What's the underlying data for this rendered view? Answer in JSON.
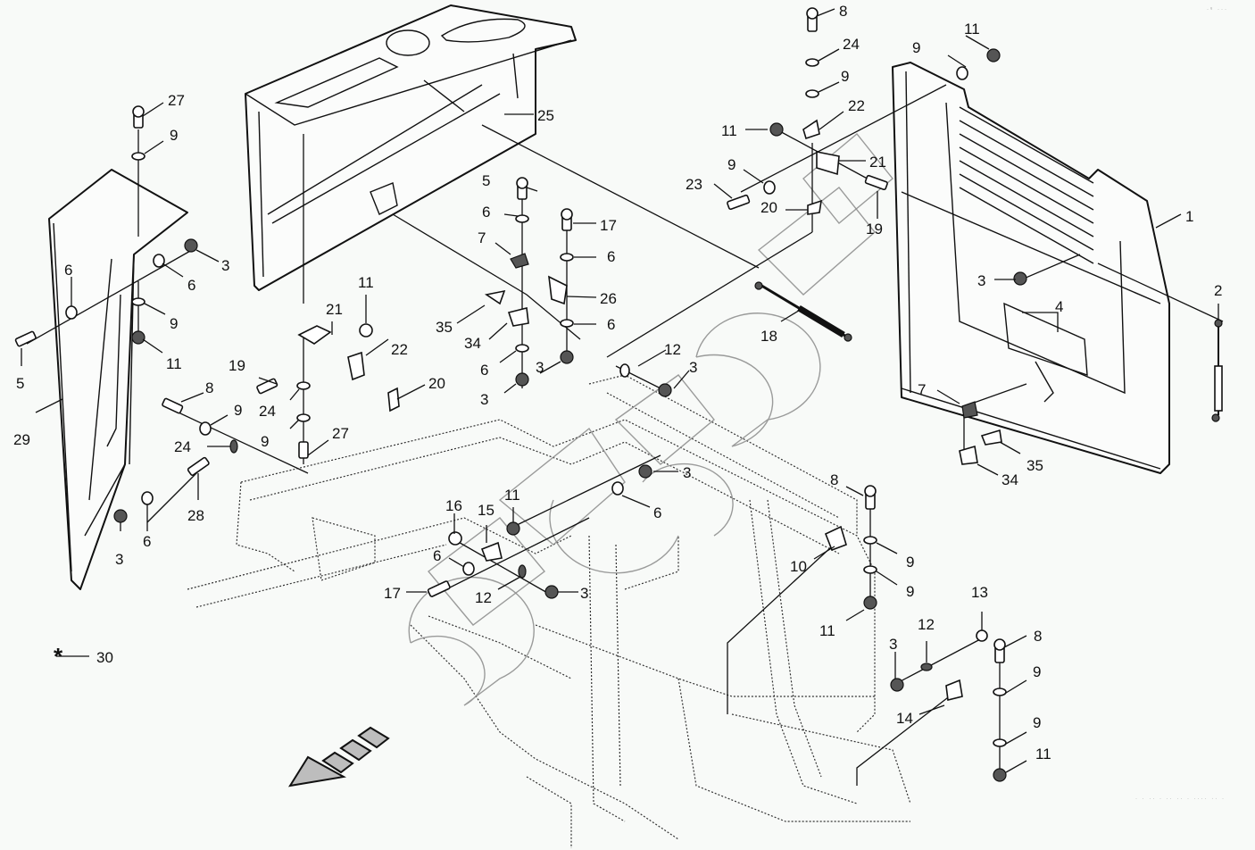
{
  "diagram": {
    "title": "Exploded parts diagram - cab panels, hood and frame fasteners",
    "watermark_text": "CSMBOH",
    "legend": {
      "symbol": "*",
      "number": "30"
    },
    "corner_marks": "·ᵘ ···",
    "footer_marks": "· · ·· · ·· ·· · ···· ·· ·",
    "callouts": [
      {
        "id": "c-27a",
        "num": "27"
      },
      {
        "id": "c-9a",
        "num": "9"
      },
      {
        "id": "c-3a",
        "num": "3"
      },
      {
        "id": "c-6a",
        "num": "6"
      },
      {
        "id": "c-6b",
        "num": "6"
      },
      {
        "id": "c-9b",
        "num": "9"
      },
      {
        "id": "c-11a",
        "num": "11"
      },
      {
        "id": "c-5a",
        "num": "5"
      },
      {
        "id": "c-29",
        "num": "29"
      },
      {
        "id": "c-25",
        "num": "25"
      },
      {
        "id": "c-5b",
        "num": "5"
      },
      {
        "id": "c-6c",
        "num": "6"
      },
      {
        "id": "c-17a",
        "num": "17"
      },
      {
        "id": "c-7a",
        "num": "7"
      },
      {
        "id": "c-6d",
        "num": "6"
      },
      {
        "id": "c-26",
        "num": "26"
      },
      {
        "id": "c-35a",
        "num": "35"
      },
      {
        "id": "c-34a",
        "num": "34"
      },
      {
        "id": "c-6e",
        "num": "6"
      },
      {
        "id": "c-6f",
        "num": "6"
      },
      {
        "id": "c-3b",
        "num": "3"
      },
      {
        "id": "c-3c",
        "num": "3"
      },
      {
        "id": "c-11b",
        "num": "11"
      },
      {
        "id": "c-21a",
        "num": "21"
      },
      {
        "id": "c-22a",
        "num": "22"
      },
      {
        "id": "c-19a",
        "num": "19"
      },
      {
        "id": "c-20a",
        "num": "20"
      },
      {
        "id": "c-24a",
        "num": "24"
      },
      {
        "id": "c-9c",
        "num": "9"
      },
      {
        "id": "c-27b",
        "num": "27"
      },
      {
        "id": "c-8a",
        "num": "8"
      },
      {
        "id": "c-9d",
        "num": "9"
      },
      {
        "id": "c-24b",
        "num": "24"
      },
      {
        "id": "c-28",
        "num": "28"
      },
      {
        "id": "c-3d",
        "num": "3"
      },
      {
        "id": "c-6g",
        "num": "6"
      },
      {
        "id": "c-8b",
        "num": "8"
      },
      {
        "id": "c-24c",
        "num": "24"
      },
      {
        "id": "c-9e",
        "num": "9"
      },
      {
        "id": "c-22b",
        "num": "22"
      },
      {
        "id": "c-11c",
        "num": "11"
      },
      {
        "id": "c-21b",
        "num": "21"
      },
      {
        "id": "c-9f",
        "num": "9"
      },
      {
        "id": "c-23",
        "num": "23"
      },
      {
        "id": "c-19b",
        "num": "19"
      },
      {
        "id": "c-20b",
        "num": "20"
      },
      {
        "id": "c-18",
        "num": "18"
      },
      {
        "id": "c-12a",
        "num": "12"
      },
      {
        "id": "c-3e",
        "num": "3"
      },
      {
        "id": "c-11d",
        "num": "11"
      },
      {
        "id": "c-9g",
        "num": "9"
      },
      {
        "id": "c-1",
        "num": "1"
      },
      {
        "id": "c-2",
        "num": "2"
      },
      {
        "id": "c-3f",
        "num": "3"
      },
      {
        "id": "c-4",
        "num": "4"
      },
      {
        "id": "c-7b",
        "num": "7"
      },
      {
        "id": "c-35b",
        "num": "35"
      },
      {
        "id": "c-34b",
        "num": "34"
      },
      {
        "id": "c-3g",
        "num": "3"
      },
      {
        "id": "c-6h",
        "num": "6"
      },
      {
        "id": "c-11e",
        "num": "11"
      },
      {
        "id": "c-16",
        "num": "16"
      },
      {
        "id": "c-15",
        "num": "15"
      },
      {
        "id": "c-6i",
        "num": "6"
      },
      {
        "id": "c-17b",
        "num": "17"
      },
      {
        "id": "c-12b",
        "num": "12"
      },
      {
        "id": "c-3h",
        "num": "3"
      },
      {
        "id": "c-8c",
        "num": "8"
      },
      {
        "id": "c-10",
        "num": "10"
      },
      {
        "id": "c-9h",
        "num": "9"
      },
      {
        "id": "c-9i",
        "num": "9"
      },
      {
        "id": "c-11f",
        "num": "11"
      },
      {
        "id": "c-13",
        "num": "13"
      },
      {
        "id": "c-12c",
        "num": "12"
      },
      {
        "id": "c-3i",
        "num": "3"
      },
      {
        "id": "c-14",
        "num": "14"
      },
      {
        "id": "c-8d",
        "num": "8"
      },
      {
        "id": "c-9j",
        "num": "9"
      },
      {
        "id": "c-9k",
        "num": "9"
      },
      {
        "id": "c-11g",
        "num": "11"
      }
    ]
  }
}
